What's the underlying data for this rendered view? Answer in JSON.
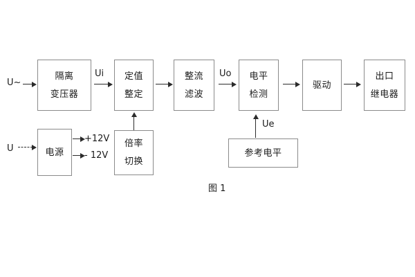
{
  "diagram": {
    "caption": "图 1",
    "blocks": [
      {
        "id": "isolation-transformer",
        "lines": [
          "隔离",
          "变压器"
        ]
      },
      {
        "id": "setting-value",
        "lines": [
          "定值",
          "整定"
        ]
      },
      {
        "id": "rectify-filter",
        "lines": [
          "整流",
          "滤波"
        ]
      },
      {
        "id": "level-detection",
        "lines": [
          "电平",
          "检测"
        ]
      },
      {
        "id": "drive",
        "lines": [
          "驱动"
        ]
      },
      {
        "id": "output-relay",
        "lines": [
          "出口",
          "继电器"
        ]
      },
      {
        "id": "power-supply",
        "lines": [
          "电源"
        ]
      },
      {
        "id": "multiplier-switch",
        "lines": [
          "倍率",
          "切换"
        ]
      },
      {
        "id": "reference-level",
        "lines": [
          "参考电平"
        ]
      }
    ],
    "labels": {
      "input_ac": "U~",
      "input_dc": "U",
      "signal_ui": "Ui",
      "signal_uo": "Uo",
      "signal_ue": "Ue",
      "rail_positive": "+12V",
      "rail_negative": "- 12V"
    },
    "colors": {
      "box_border": "#8a8a8a",
      "arrow": "#2b2b2b",
      "text": "#1a1a1a",
      "background": "#ffffff"
    }
  }
}
